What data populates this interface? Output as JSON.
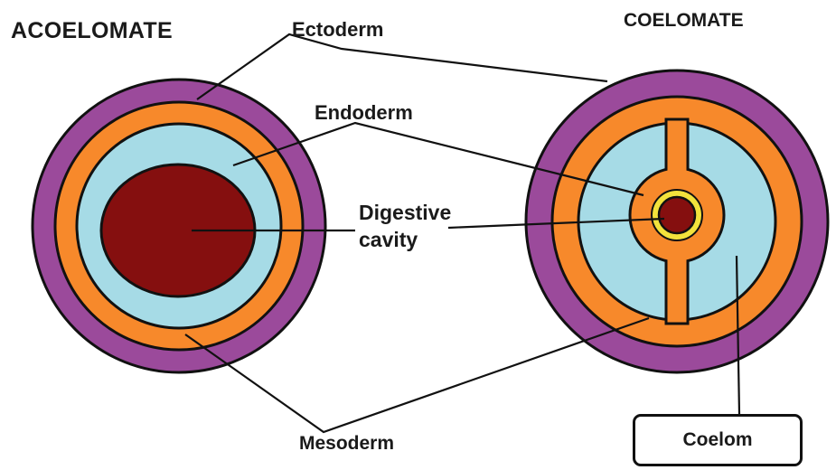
{
  "titles": {
    "acoelomate": "ACOELOMATE",
    "coelomate": "COELOMATE"
  },
  "labels": {
    "ectoderm": "Ectoderm",
    "endoderm": "Endoderm",
    "digestive_line1": "Digestive",
    "digestive_line2": "cavity",
    "mesoderm": "Mesoderm",
    "coelom": "Coelom"
  },
  "colors": {
    "ectoderm": "#9b4a9b",
    "mesoderm": "#f7892b",
    "endoderm": "#a6dbe6",
    "digestive_cavity": "#850f0f",
    "gut_lining": "#f2e23c",
    "outline": "#111111"
  }
}
